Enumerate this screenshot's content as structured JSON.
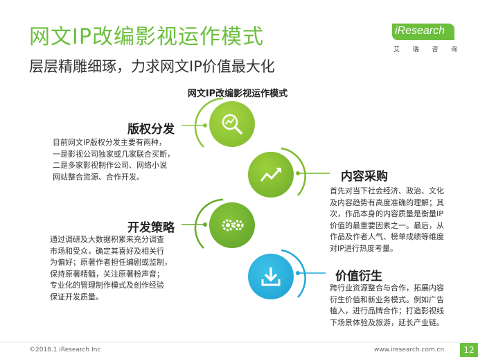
{
  "header": {
    "title": "网文IP改编影视运作模式",
    "subtitle": "层层精雕细琢，力求网文IP价值最大化"
  },
  "logo": {
    "brand": "iResearch",
    "chars": [
      "艾",
      "瑞",
      "咨",
      "询"
    ]
  },
  "diagram": {
    "title": "网文IP改编影视运作模式",
    "steps": [
      {
        "heading": "版权分发",
        "icon": "magnifier-chart-icon",
        "color": "#8cc63f",
        "lines": [
          "目前网文IP版权分发主要有两种，",
          "一是影视公司独家或几家联合买断，",
          "二是多家影视制作公司、网络小说",
          "网站整合资源、合作开发。"
        ]
      },
      {
        "heading": "内容采购",
        "icon": "trend-up-icon",
        "color": "#7cb82a",
        "lines": [
          "首先对当下社会经济、政治、文化",
          "及内容趋势有高度准确的理解；其",
          "次，作品本身的内容质量是衡量IP",
          "价值的最重要因素之一。最后，从",
          "作品及作者人气、榜单成绩等维度",
          "对IP进行热度考量。"
        ]
      },
      {
        "heading": "开发策略",
        "icon": "gears-icon",
        "color": "#6aaa2a",
        "lines": [
          "通过调研及大数据积累来充分调查",
          "市场和受众，确定其喜好及相关行",
          "为偏好；原著作者担任编剧或监制，",
          "保持原著精髓，关注原著粉声音；",
          "专业化的管理制作模式及创作经验",
          "保证开发质量。"
        ]
      },
      {
        "heading": "价值衍生",
        "icon": "download-icon",
        "color": "#1ea7dc",
        "lines": [
          "跨行业资源整合与合作，拓展内容",
          "衍生价值和新业务模式。例如广告",
          "植入，进行品牌合作；打造影视线",
          "下场景体验及旅游，延长产业链。"
        ]
      }
    ]
  },
  "footer": {
    "copyright": "©2018.1 iResearch Inc",
    "website": "www.iresearch.com.cn",
    "page": "12"
  }
}
